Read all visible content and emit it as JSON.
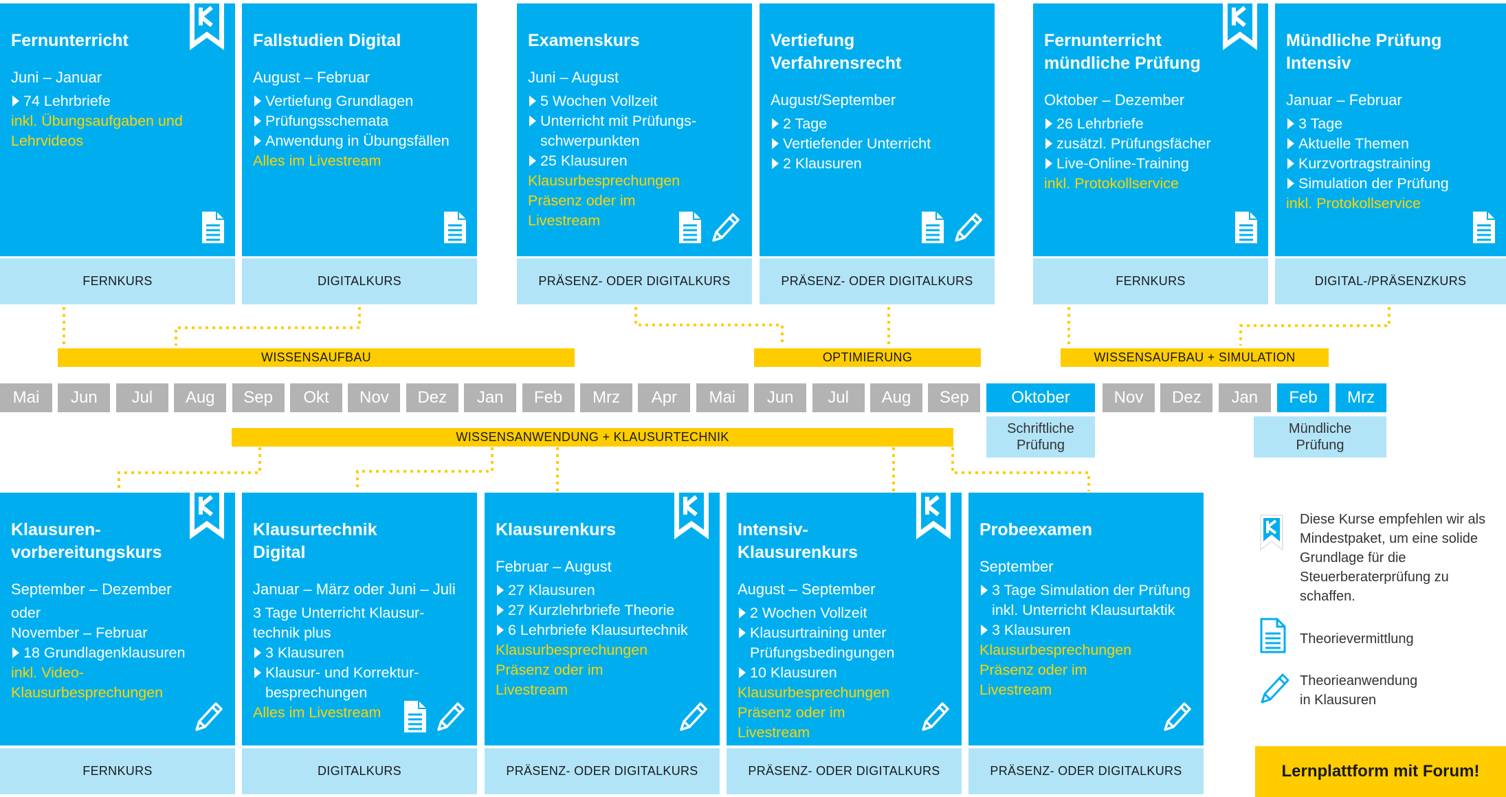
{
  "colors": {
    "accent": "#00AEEF",
    "light": "#B2E4F8",
    "yellow": "#FFCC00",
    "gray": "#B3B3B3"
  },
  "top_cards": [
    {
      "title": "Fernunterricht",
      "date": "Juni – Januar",
      "lines": [
        {
          "t": "74 Lehrbriefe",
          "s": "b"
        },
        {
          "t": "inkl. Übungsaufgaben und",
          "s": "y"
        },
        {
          "t": "Lehrvideos",
          "s": "y"
        }
      ],
      "type": "FERNKURS",
      "icons": [
        "document-icon"
      ],
      "ribbon": true
    },
    {
      "title": "Fallstudien Digital",
      "date": "August – Februar",
      "lines": [
        {
          "t": "Vertiefung Grundlagen",
          "s": "b"
        },
        {
          "t": "Prüfungsschemata",
          "s": "b"
        },
        {
          "t": "Anwendung in Übungsfällen",
          "s": "b"
        },
        {
          "t": "Alles im Livestream",
          "s": "y"
        }
      ],
      "type": "DIGITALKURS",
      "icons": [
        "document-icon"
      ],
      "ribbon": false
    },
    {
      "title": "Examenskurs",
      "date": "Juni – August",
      "lines": [
        {
          "t": "5 Wochen Vollzeit",
          "s": "b"
        },
        {
          "t": "Unterricht mit Prüfungs-",
          "s": "b"
        },
        {
          "t": "schwerpunkten",
          "s": "ind"
        },
        {
          "t": "25 Klausuren",
          "s": "b"
        },
        {
          "t": "Klausurbesprechungen",
          "s": "y"
        },
        {
          "t": "Präsenz oder im",
          "s": "y"
        },
        {
          "t": "Livestream",
          "s": "y"
        }
      ],
      "type": "PRÄSENZ- ODER DIGITALKURS",
      "icons": [
        "document-icon",
        "pencil-icon"
      ],
      "ribbon": false
    },
    {
      "title": "Vertiefung Verfahrensrecht",
      "date": "August/September",
      "lines": [
        {
          "t": "2 Tage",
          "s": "b"
        },
        {
          "t": "Vertiefender Unterricht",
          "s": "b"
        },
        {
          "t": "2 Klausuren",
          "s": "b"
        }
      ],
      "type": "PRÄSENZ- ODER DIGITALKURS",
      "icons": [
        "document-icon",
        "pencil-icon"
      ],
      "ribbon": false
    },
    {
      "title": "Fernunterricht mündliche Prüfung",
      "date": "Oktober – Dezember",
      "lines": [
        {
          "t": "26 Lehrbriefe",
          "s": "b"
        },
        {
          "t": "zusätzl. Prüfungsfächer",
          "s": "b"
        },
        {
          "t": "Live-Online-Training",
          "s": "b"
        },
        {
          "t": "inkl. Protokollservice",
          "s": "y"
        }
      ],
      "type": "FERNKURS",
      "icons": [
        "document-icon"
      ],
      "ribbon": true
    },
    {
      "title": "Mündliche Prüfung Intensiv",
      "date": "Januar – Februar",
      "lines": [
        {
          "t": "3 Tage",
          "s": "b"
        },
        {
          "t": "Aktuelle Themen",
          "s": "b"
        },
        {
          "t": "Kurzvortragstraining",
          "s": "b"
        },
        {
          "t": "Simulation der Prüfung",
          "s": "b"
        },
        {
          "t": "inkl. Protokollservice",
          "s": "y"
        }
      ],
      "type": "DIGITAL-/PRÄSENZKURS",
      "icons": [
        "document-icon"
      ],
      "ribbon": false
    }
  ],
  "bottom_cards": [
    {
      "title": "Klausuren- vorbereitungskurs",
      "date": "September – Dezember",
      "lines": [
        {
          "t": "oder",
          "s": "p"
        },
        {
          "t": "November – Februar",
          "s": "p"
        },
        {
          "t": "18 Grundlagenklausuren",
          "s": "b"
        },
        {
          "t": "inkl. Video-",
          "s": "y"
        },
        {
          "t": "Klausurbesprechungen",
          "s": "y"
        }
      ],
      "type": "FERNKURS",
      "icons": [
        "pencil-icon"
      ],
      "ribbon": true
    },
    {
      "title": "Klausurtechnik Digital",
      "date": "Januar – März oder Juni – Juli",
      "lines": [
        {
          "t": "3 Tage Unterricht Klausur-",
          "s": "p"
        },
        {
          "t": "technik plus",
          "s": "p"
        },
        {
          "t": "3 Klausuren",
          "s": "b"
        },
        {
          "t": "Klausur- und Korrektur-",
          "s": "b"
        },
        {
          "t": "besprechungen",
          "s": "ind"
        },
        {
          "t": "Alles im Livestream",
          "s": "y"
        }
      ],
      "type": "DIGITALKURS",
      "icons": [
        "document-icon",
        "pencil-icon"
      ],
      "ribbon": false
    },
    {
      "title": "Klausurenkurs",
      "date": "Februar – August",
      "lines": [
        {
          "t": "27 Klausuren",
          "s": "b"
        },
        {
          "t": "27 Kurzlehrbriefe Theorie",
          "s": "b"
        },
        {
          "t": "6 Lehrbriefe Klausurtechnik",
          "s": "b"
        },
        {
          "t": "Klausurbesprechungen",
          "s": "y"
        },
        {
          "t": "Präsenz oder im",
          "s": "y"
        },
        {
          "t": "Livestream",
          "s": "y"
        }
      ],
      "type": "PRÄSENZ- ODER DIGITALKURS",
      "icons": [
        "pencil-icon"
      ],
      "ribbon": true
    },
    {
      "title": "Intensiv- Klausurenkurs",
      "date": "August – September",
      "lines": [
        {
          "t": "2 Wochen Vollzeit",
          "s": "b"
        },
        {
          "t": "Klausurtraining unter",
          "s": "b"
        },
        {
          "t": "Prüfungsbedingungen",
          "s": "ind"
        },
        {
          "t": "10 Klausuren",
          "s": "b"
        },
        {
          "t": "Klausurbesprechungen",
          "s": "y"
        },
        {
          "t": "Präsenz oder im",
          "s": "y"
        },
        {
          "t": "Livestream",
          "s": "y"
        }
      ],
      "type": "PRÄSENZ- ODER DIGITALKURS",
      "icons": [
        "pencil-icon"
      ],
      "ribbon": true
    },
    {
      "title": "Probeexamen",
      "date": "September",
      "lines": [
        {
          "t": "3 Tage Simulation der Prüfung",
          "s": "b"
        },
        {
          "t": "inkl. Unterricht Klausurtaktik",
          "s": "ind"
        },
        {
          "t": "3 Klausuren",
          "s": "b"
        },
        {
          "t": "Klausurbesprechungen",
          "s": "y"
        },
        {
          "t": "Präsenz oder im",
          "s": "y"
        },
        {
          "t": "Livestream",
          "s": "y"
        }
      ],
      "type": "PRÄSENZ- ODER DIGITALKURS",
      "icons": [
        "pencil-icon"
      ],
      "ribbon": false
    }
  ],
  "phases_top": [
    "WISSENSAUFBAU",
    "OPTIMIERUNG",
    "WISSENSAUFBAU + SIMULATION"
  ],
  "phase_middle": "WISSENSANWENDUNG + KLAUSURTECHNIK",
  "months": [
    {
      "label": "Mai",
      "style": "gray"
    },
    {
      "label": "Jun",
      "style": "gray"
    },
    {
      "label": "Jul",
      "style": "gray"
    },
    {
      "label": "Aug",
      "style": "gray"
    },
    {
      "label": "Sep",
      "style": "gray"
    },
    {
      "label": "Okt",
      "style": "gray"
    },
    {
      "label": "Nov",
      "style": "gray"
    },
    {
      "label": "Dez",
      "style": "gray"
    },
    {
      "label": "Jan",
      "style": "gray"
    },
    {
      "label": "Feb",
      "style": "gray"
    },
    {
      "label": "Mrz",
      "style": "gray"
    },
    {
      "label": "Apr",
      "style": "gray"
    },
    {
      "label": "Mai",
      "style": "gray"
    },
    {
      "label": "Jun",
      "style": "gray"
    },
    {
      "label": "Jul",
      "style": "gray"
    },
    {
      "label": "Aug",
      "style": "gray"
    },
    {
      "label": "Sep",
      "style": "gray"
    },
    {
      "label": "Oktober",
      "style": "blue"
    },
    {
      "label": "Nov",
      "style": "gray"
    },
    {
      "label": "Dez",
      "style": "gray"
    },
    {
      "label": "Jan",
      "style": "gray"
    },
    {
      "label": "Feb",
      "style": "blue"
    },
    {
      "label": "Mrz",
      "style": "blue"
    }
  ],
  "exam_written": "Schriftliche Prüfung",
  "exam_oral": "Mündliche Prüfung",
  "legend": {
    "recommend": "Diese Kurse empfehlen wir als Mindestpaket, um eine solide Grundlage für die Steuerberaterprüfung zu schaffen.",
    "theory": "Theorievermittlung",
    "application": "Theorieanwendung in Klausuren"
  },
  "cta": "Lernplattform mit Forum!"
}
